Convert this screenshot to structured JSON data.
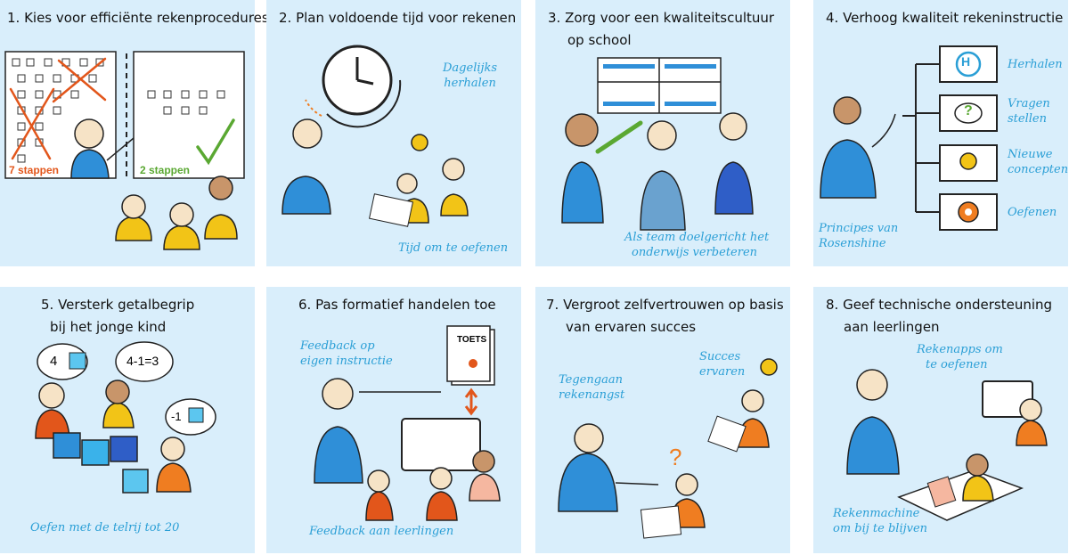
{
  "colors": {
    "panel_bg": "#d9eefb",
    "caption": "#2b9fd6",
    "body_blue": "#2f8fd8",
    "kid_yellow": "#f2c417",
    "kid_orange": "#ef7d21",
    "wrong_red": "#e2561b",
    "right_green": "#5aa832"
  },
  "panels": [
    {
      "title": [
        "1. Kies voor efficiënte rekenprocedures"
      ],
      "captions": {
        "left_steps": "7 stappen",
        "right_steps": "2 stappen"
      }
    },
    {
      "title": [
        "2. Plan voldoende tijd voor rekenen"
      ],
      "captions": {
        "daily": [
          "Dagelijks",
          "herhalen"
        ],
        "practice": "Tijd om te oefenen"
      }
    },
    {
      "title": [
        "3. Zorg voor een kwaliteitscultuur",
        "op school"
      ],
      "captions": {
        "team": [
          "Als team doelgericht het",
          "onderwijs verbeteren"
        ]
      }
    },
    {
      "title": [
        "4. Verhoog kwaliteit rekeninstructie"
      ],
      "captions": {
        "principles": [
          "Principes van",
          "Rosenshine"
        ],
        "items": [
          [
            "Herhalen"
          ],
          [
            "Vragen",
            "stellen"
          ],
          [
            "Nieuwe",
            "concepten"
          ],
          [
            "Oefenen"
          ]
        ],
        "h_letter": "H",
        "q_mark": "?"
      }
    },
    {
      "title": [
        "5. Versterk getalbegrip",
        "bij het jonge kind"
      ],
      "captions": {
        "numberline": "Oefen met de telrij tot 20",
        "bubble1": "4",
        "bubble2": "4-1=3",
        "bubble3": "-1"
      }
    },
    {
      "title": [
        "6. Pas formatief handelen toe"
      ],
      "captions": {
        "own": [
          "Feedback op",
          "eigen instructie"
        ],
        "pupils": "Feedback aan leerlingen",
        "toets": "TOETS"
      }
    },
    {
      "title": [
        "7. Vergroot zelfvertrouwen op basis",
        "van ervaren succes"
      ],
      "captions": {
        "anxiety": [
          "Tegengaan",
          "rekenangst"
        ],
        "success": [
          "Succes",
          "ervaren"
        ],
        "q_mark": "?"
      }
    },
    {
      "title": [
        "8. Geef technische ondersteuning",
        "aan leerlingen"
      ],
      "captions": {
        "apps": [
          "Rekenapps om",
          "te oefenen"
        ],
        "calc": [
          "Rekenmachine",
          "om bij te blijven"
        ]
      }
    }
  ]
}
